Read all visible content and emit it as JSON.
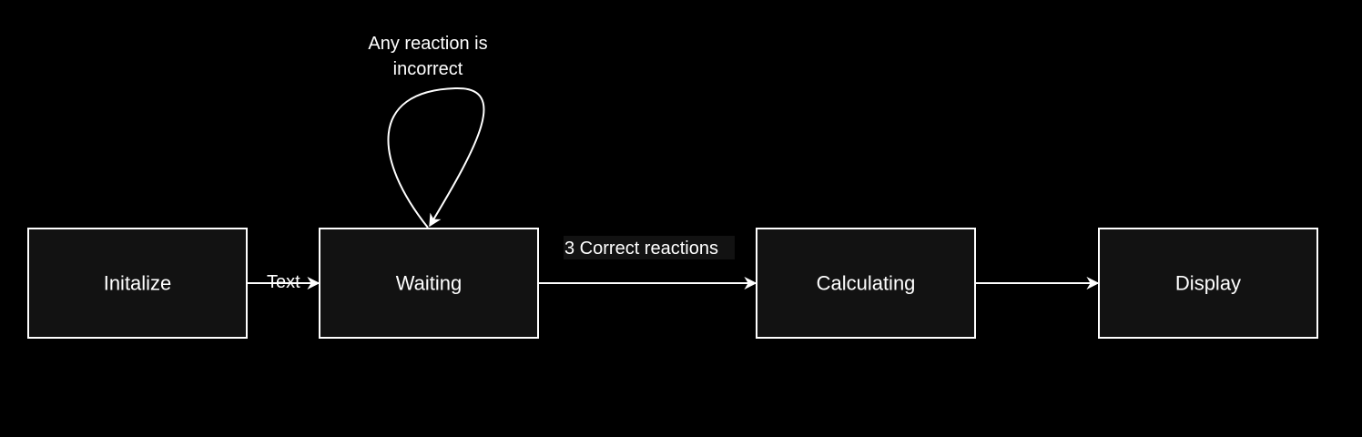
{
  "diagram": {
    "nodes": {
      "initialize": "Initalize",
      "waiting": "Waiting",
      "calculating": "Calculating",
      "display": "Display"
    },
    "edges": {
      "init_to_waiting": "Text",
      "self_loop_line1": "Any reaction is",
      "self_loop_line2": "incorrect",
      "waiting_to_calculating": "3 Correct reactions"
    }
  },
  "colors": {
    "background": "#000000",
    "node_fill": "#121212",
    "stroke": "#ffffff",
    "text": "#ffffff"
  }
}
